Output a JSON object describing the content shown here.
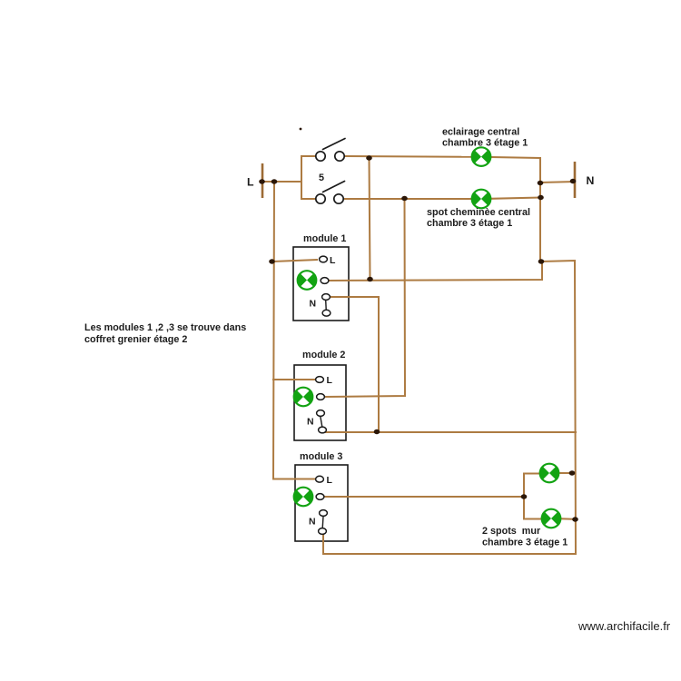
{
  "diagram": {
    "type": "electrical-wiring-plan",
    "watermark": "www.archifacile.fr",
    "note_line1": "Les modules 1 ,2 ,3 se trouve dans",
    "note_line2": "coffret grenier étage 2",
    "power": {
      "live_label": "L",
      "neutral_label": "N",
      "switch_label": "5"
    },
    "labels": {
      "lamp1_line1": "eclairage central",
      "lamp1_line2": "chambre 3 étage 1",
      "lamp2_line1": "spot cheminèe central",
      "lamp2_line2": "chambre 3 étage 1",
      "spots_line1": "2 spots  mur",
      "spots_line2": "chambre 3 étage 1"
    },
    "modules": [
      {
        "name": "module 1",
        "terminal_l": "L",
        "terminal_n": "N"
      },
      {
        "name": "module 2",
        "terminal_l": "L",
        "terminal_n": "N"
      },
      {
        "name": "module 3",
        "terminal_l": "L",
        "terminal_n": "N"
      }
    ],
    "colors": {
      "wire": "#ad7b42",
      "terminal_bar": "#9c6b35",
      "junction": "#2b1708",
      "lamp_green": "#12a312",
      "outline": "#1a1a1a",
      "text": "#1c1c1c",
      "background": "#ffffff"
    }
  }
}
